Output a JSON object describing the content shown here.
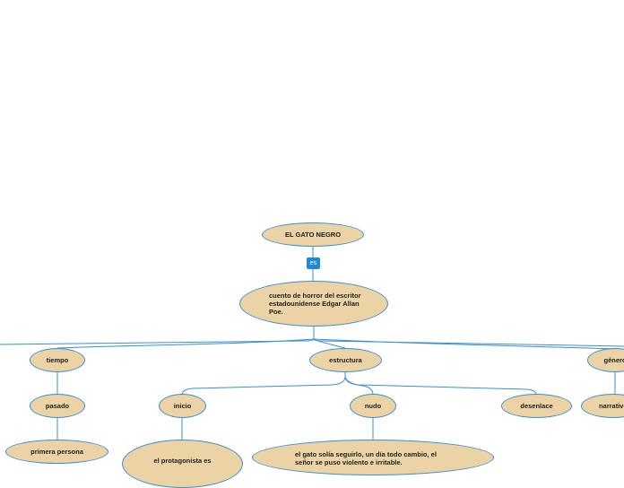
{
  "root": {
    "title": "EL GATO NEGRO"
  },
  "link_label": "es",
  "definition": {
    "text": "cuento de horror del escritor estadounidense Edgar Allan Poe."
  },
  "branches": {
    "tiempo": "tiempo",
    "estructura": "estructura",
    "genero": "género",
    "pasado": "pasado",
    "primera_persona": "primera persona",
    "inicio": "inicio",
    "nudo": "nudo",
    "desenlace": "desenlace",
    "narrativo": "narrativo",
    "inicio_detail": "el protagonista es",
    "nudo_detail": "el gato solía seguirlo, un día todo cambio, el señor se puso violento e irritable."
  },
  "colors": {
    "node_fill": "#ecd3a6",
    "node_border": "#3a8fd0",
    "line": "#3a8fd0",
    "tag": "#1f8ad8"
  }
}
